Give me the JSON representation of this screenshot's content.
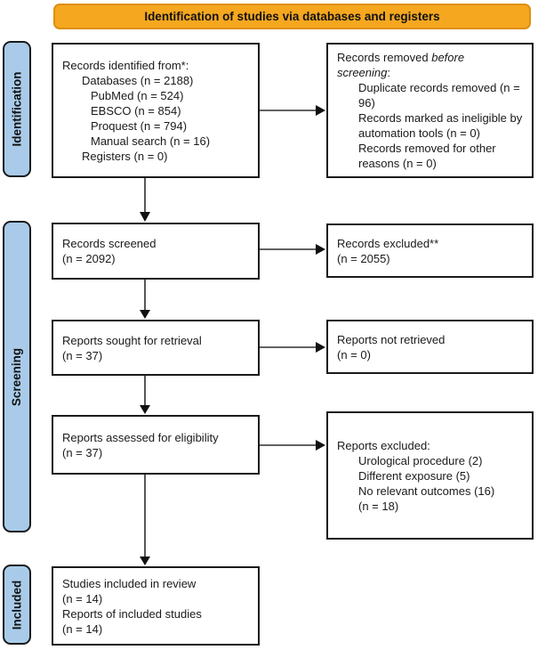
{
  "banner": {
    "label": "Identification of studies via databases and registers"
  },
  "colors": {
    "banner_fill": "#F5A71F",
    "banner_border": "#DE8F10",
    "sidebar_fill": "#A9CBE9",
    "box_border": "#1A1A1A"
  },
  "sidebars": {
    "identification": "Identification",
    "screening": "Screening",
    "included": "Included"
  },
  "boxes": {
    "records_identified": {
      "title": "Records identified from*:",
      "databases": "Databases (n = 2188)",
      "pubmed": "PubMed (n = 524)",
      "ebsco": "EBSCO (n = 854)",
      "proquest": "Proquest (n = 794)",
      "manual": "Manual search (n = 16)",
      "registers": "Registers (n = 0)"
    },
    "records_removed": {
      "title_prefix": "Records removed ",
      "title_italic": "before screening",
      "title_suffix": ":",
      "items": [
        "Duplicate records removed (n = 96)",
        "Records marked as ineligible by automation tools (n = 0)",
        "Records removed for other reasons (n = 0)"
      ]
    },
    "records_screened": {
      "line1": "Records screened",
      "line2": "(n = 2092)"
    },
    "records_excluded": {
      "line1": "Records excluded**",
      "line2": "(n = 2055)"
    },
    "reports_sought": {
      "line1": "Reports sought for retrieval",
      "line2": "(n = 37)"
    },
    "reports_not_retrieved": {
      "line1": "Reports not retrieved",
      "line2": "(n = 0)"
    },
    "reports_assessed": {
      "line1": "Reports assessed for eligibility",
      "line2": "(n = 37)"
    },
    "reports_excluded": {
      "title": "Reports excluded:",
      "items": [
        "Urological procedure (2)",
        "Different exposure (5)",
        "No relevant outcomes (16)",
        "(n = 18)"
      ]
    },
    "included_studies": {
      "line1": "Studies included in review",
      "line2": "(n = 14)",
      "line3": "Reports of included studies",
      "line4": "(n = 14)"
    }
  }
}
